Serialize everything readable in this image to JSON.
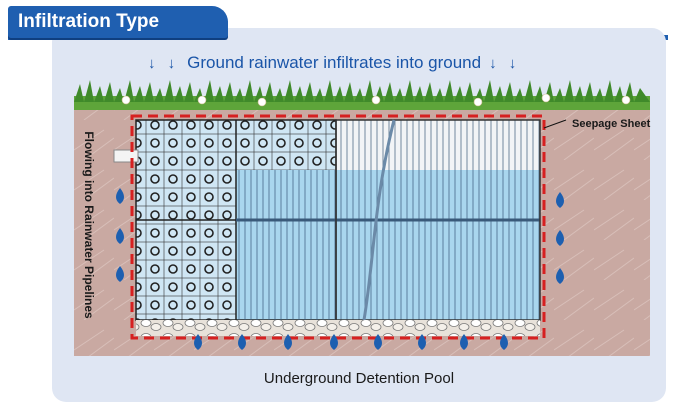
{
  "title": "Infiltration Type",
  "headline": {
    "text": "Ground rainwater infiltrates into ground",
    "left_arrows": "↓ ↓",
    "right_arrows": "↓ ↓"
  },
  "labels": {
    "seepage_sheet": "Seepage Sheet",
    "flowing": "Flowing into Rainwater Pipelines"
  },
  "caption": "Underground Detention Pool",
  "colors": {
    "title_blue": "#1f5fb0",
    "panel": "#dfe6f3",
    "soil": "#c9a9a2",
    "water": "#a9d6ee",
    "grass": "#3f8a2a",
    "seepage_dash": "#d62020",
    "drop": "#1d5fb0"
  }
}
